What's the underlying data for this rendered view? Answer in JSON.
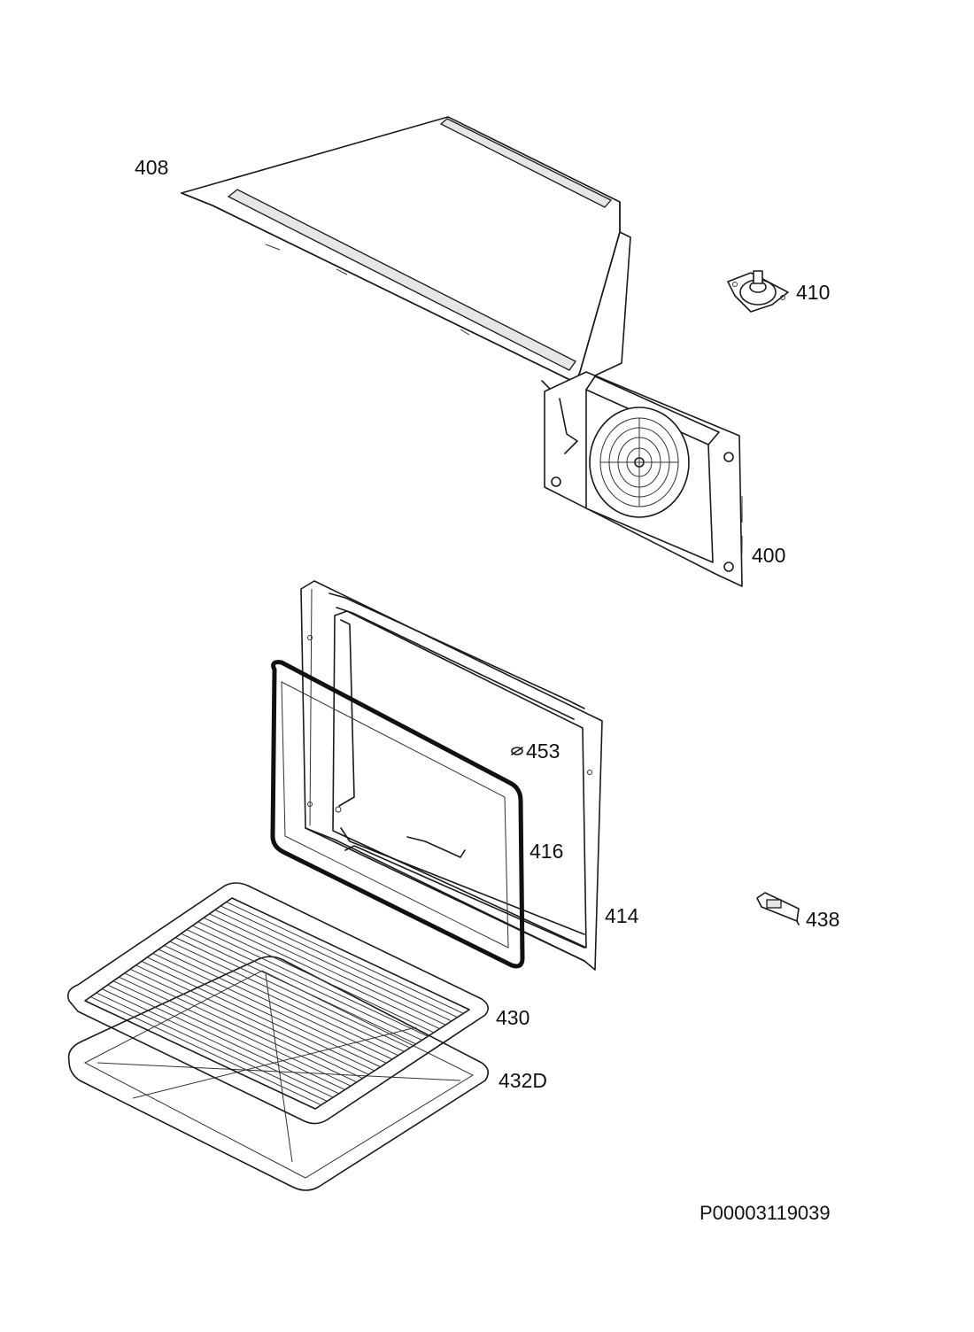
{
  "diagram": {
    "document_code": "P00003119039",
    "parts": {
      "p408": "408",
      "p410": "410",
      "p400": "400",
      "p453": "453",
      "p416": "416",
      "p414": "414",
      "p438": "438",
      "p430": "430",
      "p432D": "432D"
    }
  }
}
